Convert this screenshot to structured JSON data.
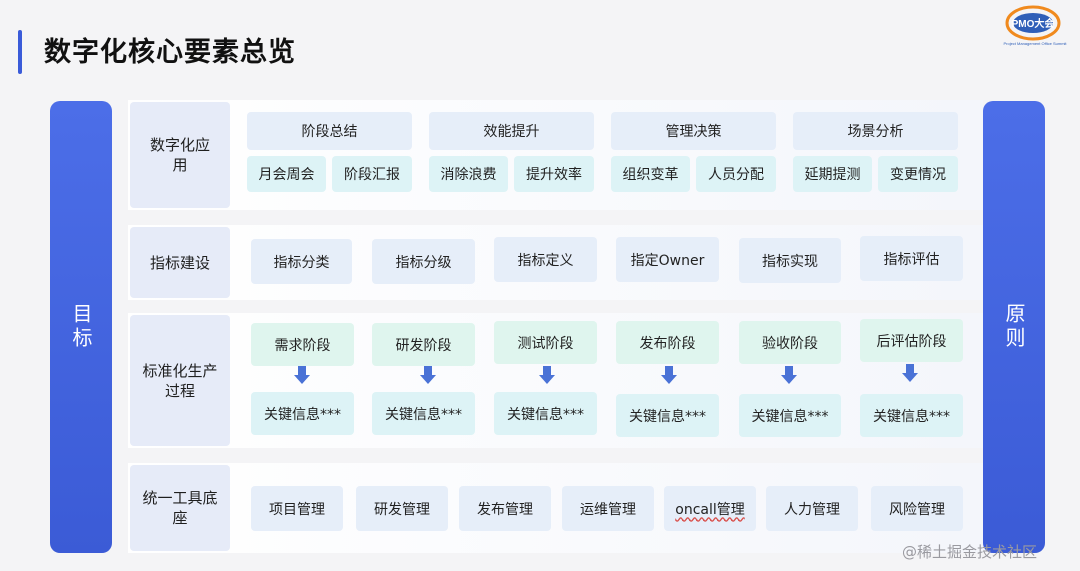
{
  "title": "数字化核心要素总览",
  "logo": {
    "text": "PMO大会",
    "subtitle": "Project Management Office Summit"
  },
  "left_pillar": "目标",
  "right_pillar": "原则",
  "rows": {
    "apps": {
      "label": "数字化应用",
      "groups": [
        {
          "name": "阶段总结",
          "items": [
            "月会周会",
            "阶段汇报"
          ]
        },
        {
          "name": "效能提升",
          "items": [
            "消除浪费",
            "提升效率"
          ]
        },
        {
          "name": "管理决策",
          "items": [
            "组织变革",
            "人员分配"
          ]
        },
        {
          "name": "场景分析",
          "items": [
            "延期提测",
            "变更情况"
          ]
        }
      ]
    },
    "metrics": {
      "label": "指标建设",
      "items": [
        "指标分类",
        "指标分级",
        "指标定义",
        "指定Owner",
        "指标实现",
        "指标评估"
      ]
    },
    "process": {
      "label": "标准化生产过程",
      "stages": [
        "需求阶段",
        "研发阶段",
        "测试阶段",
        "发布阶段",
        "验收阶段",
        "后评估阶段"
      ],
      "info": [
        "关键信息***",
        "关键信息***",
        "关键信息***",
        "关键信息***",
        "关键信息***",
        "关键信息***"
      ]
    },
    "tools": {
      "label": "统一工具底座",
      "items": [
        "项目管理",
        "研发管理",
        "发布管理",
        "运维管理",
        "oncall管理",
        "人力管理",
        "风险管理"
      ]
    }
  },
  "watermark": "@稀土掘金技术社区",
  "colors": {
    "accent": "#3a5bd9",
    "pillar": "#4466e2",
    "label_bg": "#e6ebf8",
    "box_blue": "#e6eef9",
    "box_cyan": "#ddf3f6",
    "box_mint": "#dff5ee",
    "arrow": "#4a72d6"
  }
}
